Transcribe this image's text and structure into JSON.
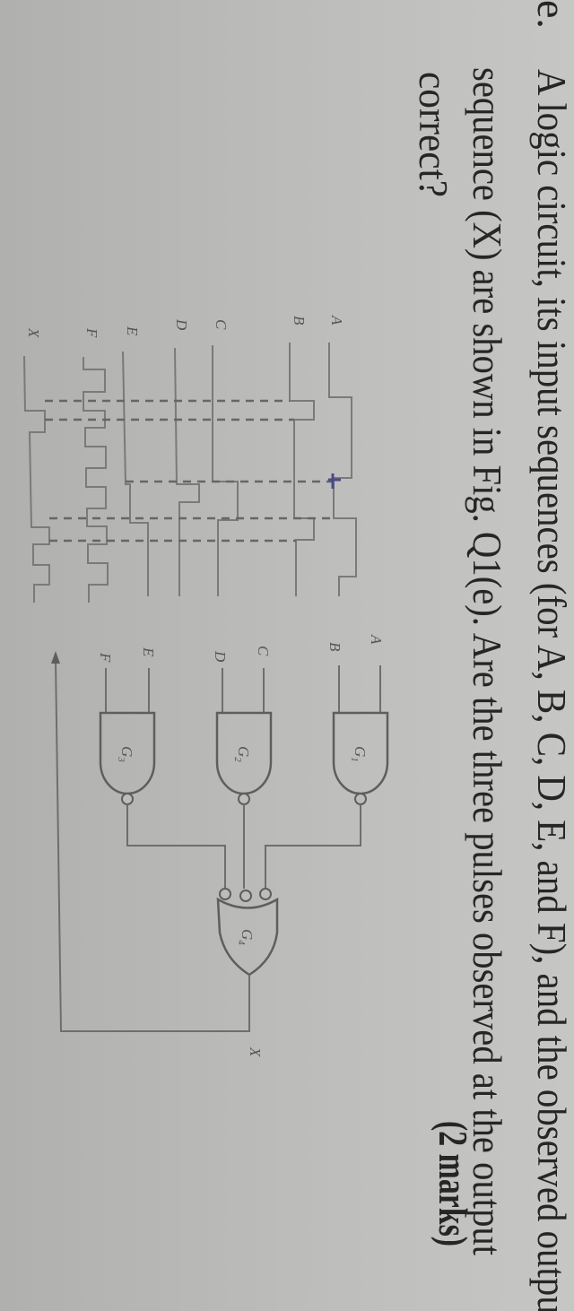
{
  "question": {
    "label": "e.",
    "line1": "A logic circuit, its input sequences (for A, B, C, D, E, and F), and the observed output",
    "line2": "sequence (X) are shown in Fig. Q1(e). Are the three pulses observed at the output",
    "line3": "correct?",
    "marks": "(2 marks)"
  },
  "timing_diagram": {
    "signals": [
      "A",
      "B",
      "C",
      "D",
      "E",
      "F",
      "X"
    ]
  },
  "circuit": {
    "inputs": [
      "A",
      "B",
      "C",
      "D",
      "E",
      "F"
    ],
    "gates": [
      {
        "name": "G",
        "sub": "1"
      },
      {
        "name": "G",
        "sub": "2"
      },
      {
        "name": "G",
        "sub": "3"
      },
      {
        "name": "G",
        "sub": "4"
      }
    ],
    "output": "X"
  },
  "colors": {
    "paper": "#bdbdbb",
    "ink": "#262626",
    "pen_mark": "#4a4a8a"
  }
}
